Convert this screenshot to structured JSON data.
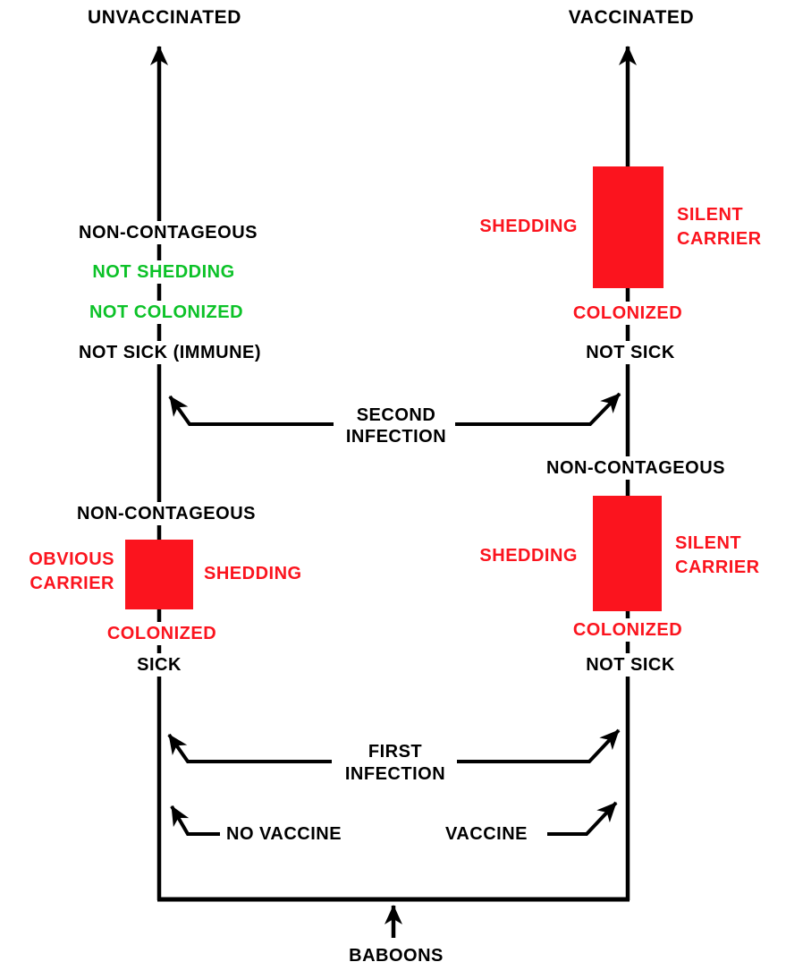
{
  "colors": {
    "red": "#fb141e",
    "green": "#0cc228",
    "black": "#000000",
    "background": "#ffffff"
  },
  "titles": {
    "left_column": "UNVACCINATED",
    "right_column": "VACCINATED",
    "origin": "BABOONS"
  },
  "branches": {
    "no_vaccine": "NO VACCINE",
    "vaccine": "VACCINE"
  },
  "events": {
    "first_infection": {
      "line1": "FIRST",
      "line2": "INFECTION"
    },
    "second_infection": {
      "line1": "SECOND",
      "line2": "INFECTION"
    }
  },
  "unvaccinated_path": {
    "after_first_infection": {
      "sick": "SICK",
      "colonized": "COLONIZED",
      "carrier": {
        "line1": "OBVIOUS",
        "line2": "CARRIER"
      },
      "shedding": "SHEDDING",
      "non_contageous": "NON-CONTAGEOUS"
    },
    "after_second_infection": {
      "not_sick": "NOT SICK (IMMUNE)",
      "not_colonized": "NOT COLONIZED",
      "not_shedding": "NOT SHEDDING",
      "non_contageous": "NON-CONTAGEOUS"
    }
  },
  "vaccinated_path": {
    "after_first_infection": {
      "not_sick": "NOT SICK",
      "colonized": "COLONIZED",
      "shedding": "SHEDDING",
      "carrier": {
        "line1": "SILENT",
        "line2": "CARRIER"
      },
      "non_contageous": "NON-CONTAGEOUS"
    },
    "after_second_infection": {
      "not_sick": "NOT SICK",
      "colonized": "COLONIZED",
      "shedding": "SHEDDING",
      "carrier": {
        "line1": "SILENT",
        "line2": "CARRIER"
      }
    }
  }
}
